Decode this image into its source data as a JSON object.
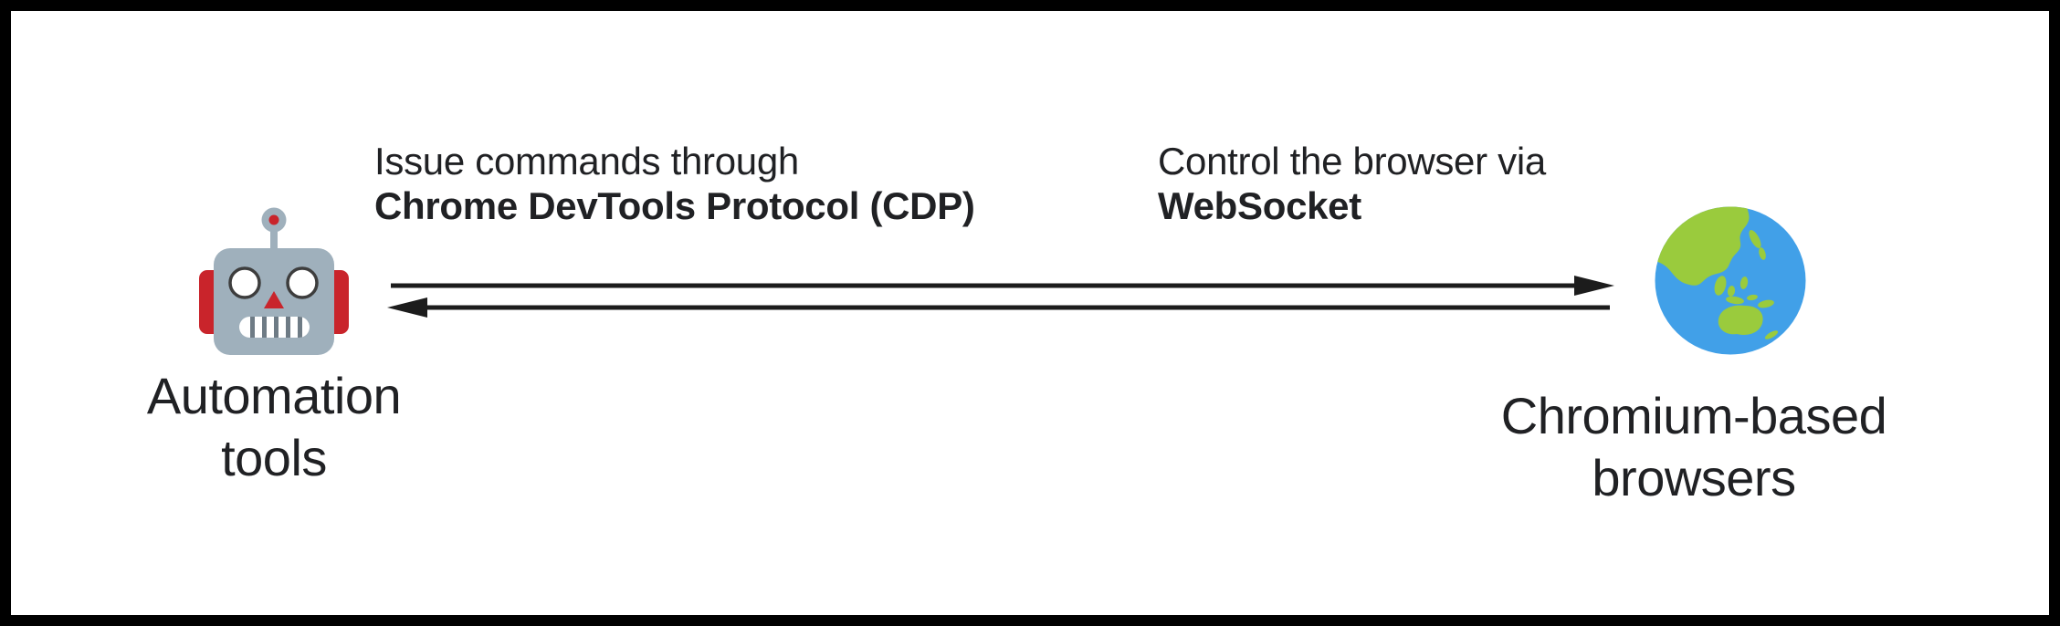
{
  "frame": {
    "background": "#ffffff",
    "border_color": "#000000"
  },
  "diagram": {
    "left_annotation": {
      "line1": "Issue commands through",
      "line2": "Chrome DevTools Protocol (CDP)"
    },
    "right_annotation": {
      "line1": "Control the browser via",
      "line2": "WebSocket"
    },
    "left_node": {
      "icon": "robot-face-emoji",
      "label_line1": "Automation",
      "label_line2": "tools"
    },
    "right_node": {
      "icon": "globe-asia-australia-emoji",
      "label_line1": "Chromium-based",
      "label_line2": "browsers"
    },
    "arrows": {
      "top_direction": "left-to-right",
      "bottom_direction": "right-to-left"
    },
    "colors": {
      "text": "#202124",
      "arrow": "#1c1c1c",
      "robot_head": "#9fb0bc",
      "robot_accent_red": "#c9242b",
      "robot_eye_ring": "#3d3d3d",
      "robot_mouth_stripe": "#6e7b85",
      "globe_ocean": "#41a0e8",
      "globe_land": "#9acb3d"
    }
  }
}
